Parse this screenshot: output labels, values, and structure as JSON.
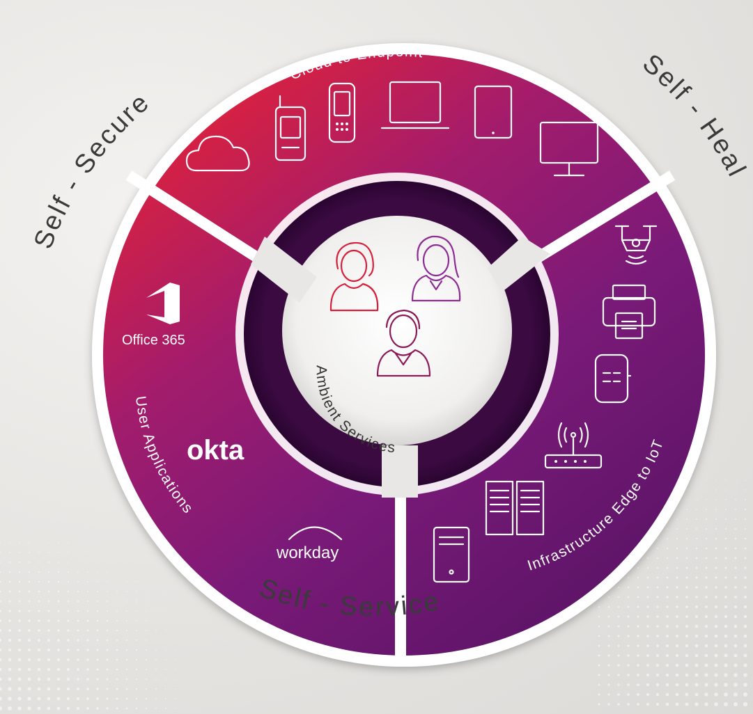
{
  "outer_labels": {
    "self_secure": "Self - Secure",
    "self_heal": "Self - Heal",
    "self_service": "Self - Service"
  },
  "segments": {
    "top": {
      "label": "Cloud to Endpoint",
      "icons": [
        "cloud-icon",
        "mobile-computer-icon",
        "handheld-scanner-icon",
        "laptop-icon",
        "tablet-icon",
        "monitor-icon"
      ]
    },
    "left": {
      "label": "User Applications",
      "apps": {
        "office": "Office 365",
        "okta": "okta",
        "workday": "workday"
      }
    },
    "right": {
      "label": "Infrastructure Edge to IoT",
      "icons": [
        "drone-icon",
        "printer-icon",
        "smartwatch-icon",
        "router-icon",
        "server-rack-icon",
        "desktop-tower-icon"
      ]
    }
  },
  "center": {
    "label": "Ambient Services",
    "icons": [
      "woman-user-icon",
      "woman-user-icon",
      "man-user-icon"
    ]
  },
  "colors": {
    "red": "#d6203b",
    "magenta": "#9b1c72",
    "purple": "#6e1a78",
    "dark_purple": "#3e0b45",
    "user_red": "#d6203b",
    "user_purple": "#8e2a94",
    "user_maroon": "#8b1a56"
  }
}
